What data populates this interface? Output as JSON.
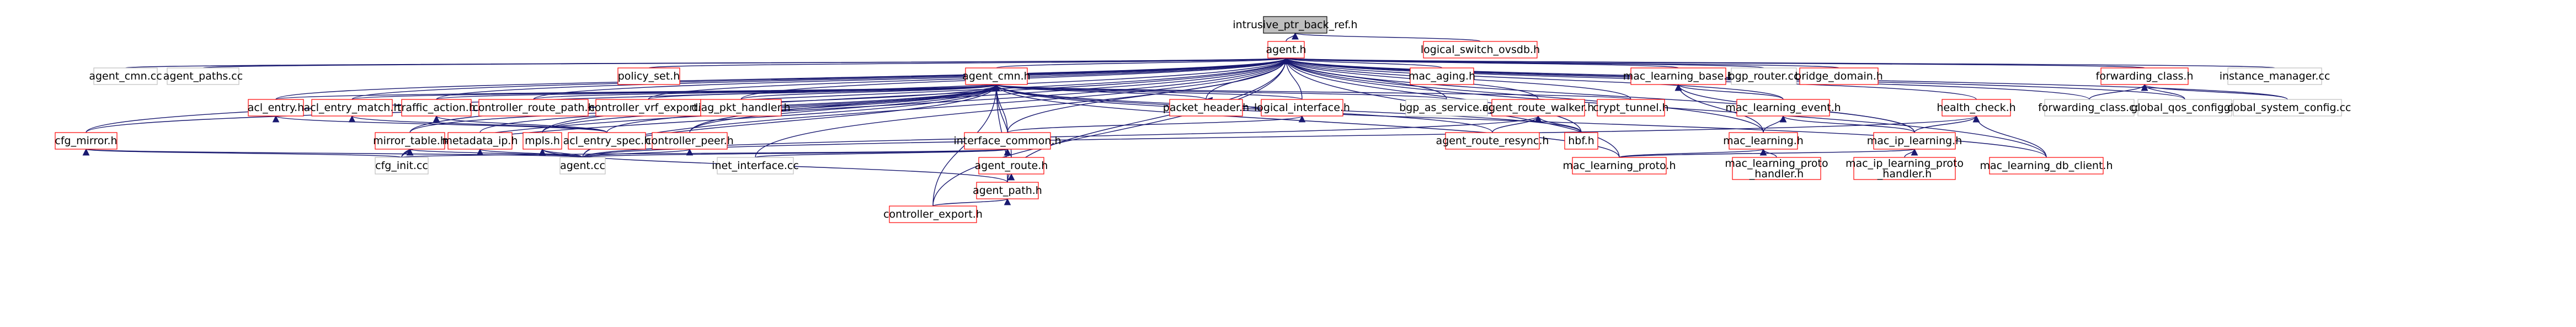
{
  "colors": {
    "edge": "#191970",
    "box_border_linked": "#ff0000",
    "box_border_plain": "#bfbfbf",
    "root_fill": "#bfbfbf",
    "root_border": "#000000",
    "text": "#000000"
  },
  "nodes": [
    {
      "id": "intrusive_ptr_back_ref",
      "label": "intrusive_ptr_back_ref.h",
      "kind": "root"
    },
    {
      "id": "agent_h",
      "label": "agent.h",
      "kind": "linked"
    },
    {
      "id": "logical_switch_ovsdb",
      "label": "logical_switch_ovsdb.h",
      "kind": "linked"
    },
    {
      "id": "agent_cmn_cc",
      "label": "agent_cmn.cc",
      "kind": "plain"
    },
    {
      "id": "agent_paths_cc",
      "label": "agent_paths.cc",
      "kind": "plain"
    },
    {
      "id": "agent_cmn_h",
      "label": "agent_cmn.h",
      "kind": "linked"
    },
    {
      "id": "policy_set_h",
      "label": "policy_set.h",
      "kind": "linked"
    },
    {
      "id": "mac_aging_h",
      "label": "mac_aging.h",
      "kind": "linked"
    },
    {
      "id": "mac_learning_base_h",
      "label": "mac_learning_base.h",
      "kind": "linked"
    },
    {
      "id": "bgp_router_cc",
      "label": "bgp_router.cc",
      "kind": "plain"
    },
    {
      "id": "bridge_domain_h",
      "label": "bridge_domain.h",
      "kind": "linked"
    },
    {
      "id": "forwarding_class_h",
      "label": "forwarding_class.h",
      "kind": "linked"
    },
    {
      "id": "instance_manager_cc",
      "label": "instance_manager.cc",
      "kind": "plain"
    },
    {
      "id": "acl_entry_h",
      "label": "acl_entry.h",
      "kind": "linked"
    },
    {
      "id": "acl_entry_match_h",
      "label": "acl_entry_match.h",
      "kind": "linked"
    },
    {
      "id": "traffic_action_h",
      "label": "traffic_action.h",
      "kind": "linked"
    },
    {
      "id": "controller_route_path_h",
      "label": "controller_route_path.h",
      "kind": "linked"
    },
    {
      "id": "controller_vrf_export_h",
      "label": "controller_vrf_export.h",
      "kind": "linked"
    },
    {
      "id": "diag_pkt_handler_h",
      "label": "diag_pkt_handler.h",
      "kind": "linked"
    },
    {
      "id": "packet_header_h",
      "label": "packet_header.h",
      "kind": "linked"
    },
    {
      "id": "logical_interface_h",
      "label": "logical_interface.h",
      "kind": "linked"
    },
    {
      "id": "bgp_as_service_cc",
      "label": "bgp_as_service.cc",
      "kind": "plain"
    },
    {
      "id": "agent_route_walker_h",
      "label": "agent_route_walker.h",
      "kind": "linked"
    },
    {
      "id": "crypt_tunnel_h",
      "label": "crypt_tunnel.h",
      "kind": "linked"
    },
    {
      "id": "mac_learning_event_h",
      "label": "mac_learning_event.h",
      "kind": "linked"
    },
    {
      "id": "health_check_h",
      "label": "health_check.h",
      "kind": "linked"
    },
    {
      "id": "forwarding_class_cc",
      "label": "forwarding_class.cc",
      "kind": "plain"
    },
    {
      "id": "global_qos_config_cc",
      "label": "global_qos_config.cc",
      "kind": "plain"
    },
    {
      "id": "global_system_config_cc",
      "label": "global_system_config.cc",
      "kind": "plain"
    },
    {
      "id": "cfg_mirror_h",
      "label": "cfg_mirror.h",
      "kind": "linked"
    },
    {
      "id": "mirror_table_h",
      "label": "mirror_table.h",
      "kind": "linked"
    },
    {
      "id": "metadata_ip_h",
      "label": "metadata_ip.h",
      "kind": "linked"
    },
    {
      "id": "mpls_h",
      "label": "mpls.h",
      "kind": "linked"
    },
    {
      "id": "acl_entry_spec_h",
      "label": "acl_entry_spec.h",
      "kind": "linked"
    },
    {
      "id": "controller_peer_h",
      "label": "controller_peer.h",
      "kind": "linked"
    },
    {
      "id": "interface_common_h",
      "label": "interface_common.h",
      "kind": "linked"
    },
    {
      "id": "agent_route_resync_h",
      "label": "agent_route_resync.h",
      "kind": "linked"
    },
    {
      "id": "hbf_h",
      "label": "hbf.h",
      "kind": "linked"
    },
    {
      "id": "mac_learning_h",
      "label": "mac_learning.h",
      "kind": "linked"
    },
    {
      "id": "mac_ip_learning_h",
      "label": "mac_ip_learning.h",
      "kind": "linked"
    },
    {
      "id": "cfg_init_cc",
      "label": "cfg_init.cc",
      "kind": "plain"
    },
    {
      "id": "agent_cc",
      "label": "agent.cc",
      "kind": "plain"
    },
    {
      "id": "inet_interface_cc",
      "label": "inet_interface.cc",
      "kind": "plain"
    },
    {
      "id": "agent_route_h",
      "label": "agent_route.h",
      "kind": "linked"
    },
    {
      "id": "mac_learning_proto_h",
      "label": "mac_learning_proto.h",
      "kind": "linked"
    },
    {
      "id": "mac_learning_proto_handler_h",
      "label": "mac_learning_proto\n_handler.h",
      "kind": "linked"
    },
    {
      "id": "mac_ip_learning_proto_handler_h",
      "label": "mac_ip_learning_proto\n_handler.h",
      "kind": "linked"
    },
    {
      "id": "mac_learning_db_client_h",
      "label": "mac_learning_db_client.h",
      "kind": "linked"
    },
    {
      "id": "agent_path_h",
      "label": "agent_path.h",
      "kind": "linked"
    },
    {
      "id": "controller_export_h",
      "label": "controller_export.h",
      "kind": "linked"
    }
  ],
  "edges": [
    [
      "intrusive_ptr_back_ref",
      "agent_h"
    ],
    [
      "intrusive_ptr_back_ref",
      "logical_switch_ovsdb"
    ],
    [
      "agent_h",
      "agent_cmn_cc"
    ],
    [
      "agent_h",
      "agent_paths_cc"
    ],
    [
      "agent_h",
      "agent_cmn_h"
    ],
    [
      "agent_h",
      "policy_set_h"
    ],
    [
      "agent_h",
      "mac_aging_h"
    ],
    [
      "agent_h",
      "mac_learning_base_h"
    ],
    [
      "agent_h",
      "bgp_router_cc"
    ],
    [
      "agent_h",
      "bridge_domain_h"
    ],
    [
      "agent_h",
      "forwarding_class_h"
    ],
    [
      "agent_h",
      "instance_manager_cc"
    ],
    [
      "agent_h",
      "acl_entry_h"
    ],
    [
      "agent_h",
      "acl_entry_match_h"
    ],
    [
      "agent_h",
      "traffic_action_h"
    ],
    [
      "agent_h",
      "controller_route_path_h"
    ],
    [
      "agent_h",
      "controller_vrf_export_h"
    ],
    [
      "agent_h",
      "diag_pkt_handler_h"
    ],
    [
      "agent_h",
      "packet_header_h"
    ],
    [
      "agent_h",
      "logical_interface_h"
    ],
    [
      "agent_h",
      "bgp_as_service_cc"
    ],
    [
      "agent_h",
      "agent_route_walker_h"
    ],
    [
      "agent_h",
      "crypt_tunnel_h"
    ],
    [
      "agent_h",
      "mac_learning_event_h"
    ],
    [
      "agent_h",
      "health_check_h"
    ],
    [
      "agent_h",
      "forwarding_class_cc"
    ],
    [
      "agent_h",
      "global_qos_config_cc"
    ],
    [
      "agent_h",
      "global_system_config_cc"
    ],
    [
      "agent_h",
      "cfg_mirror_h"
    ],
    [
      "agent_h",
      "mirror_table_h"
    ],
    [
      "agent_h",
      "mpls_h"
    ],
    [
      "agent_h",
      "controller_peer_h"
    ],
    [
      "agent_h",
      "interface_common_h"
    ],
    [
      "agent_h",
      "hbf_h"
    ],
    [
      "agent_h",
      "mac_learning_h"
    ],
    [
      "agent_h",
      "mac_ip_learning_h"
    ],
    [
      "agent_h",
      "cfg_init_cc"
    ],
    [
      "agent_h",
      "agent_cc"
    ],
    [
      "agent_h",
      "inet_interface_cc"
    ],
    [
      "agent_h",
      "mac_learning_proto_h"
    ],
    [
      "agent_h",
      "mac_learning_db_client_h"
    ],
    [
      "agent_h",
      "agent_path_h"
    ],
    [
      "agent_h",
      "controller_export_h"
    ],
    [
      "agent_cmn_h",
      "acl_entry_h"
    ],
    [
      "agent_cmn_h",
      "acl_entry_match_h"
    ],
    [
      "agent_cmn_h",
      "traffic_action_h"
    ],
    [
      "agent_cmn_h",
      "controller_route_path_h"
    ],
    [
      "agent_cmn_h",
      "controller_vrf_export_h"
    ],
    [
      "agent_cmn_h",
      "diag_pkt_handler_h"
    ],
    [
      "agent_cmn_h",
      "packet_header_h"
    ],
    [
      "agent_cmn_h",
      "logical_interface_h"
    ],
    [
      "agent_cmn_h",
      "bgp_as_service_cc"
    ],
    [
      "agent_cmn_h",
      "crypt_tunnel_h"
    ],
    [
      "agent_cmn_h",
      "cfg_mirror_h"
    ],
    [
      "agent_cmn_h",
      "mirror_table_h"
    ],
    [
      "agent_cmn_h",
      "metadata_ip_h"
    ],
    [
      "agent_cmn_h",
      "mpls_h"
    ],
    [
      "agent_cmn_h",
      "acl_entry_spec_h"
    ],
    [
      "agent_cmn_h",
      "controller_peer_h"
    ],
    [
      "agent_cmn_h",
      "interface_common_h"
    ],
    [
      "agent_cmn_h",
      "agent_route_resync_h"
    ],
    [
      "agent_cmn_h",
      "hbf_h"
    ],
    [
      "agent_cmn_h",
      "cfg_init_cc"
    ],
    [
      "agent_cmn_h",
      "agent_cc"
    ],
    [
      "agent_cmn_h",
      "agent_route_h"
    ],
    [
      "agent_cmn_h",
      "mac_learning_proto_h"
    ],
    [
      "agent_cmn_h",
      "mac_learning_db_client_h"
    ],
    [
      "agent_cmn_h",
      "agent_path_h"
    ],
    [
      "agent_cmn_h",
      "controller_export_h"
    ],
    [
      "mac_learning_base_h",
      "mac_learning_event_h"
    ],
    [
      "mac_learning_base_h",
      "mac_learning_h"
    ],
    [
      "mac_learning_base_h",
      "mac_ip_learning_h"
    ],
    [
      "forwarding_class_h",
      "forwarding_class_cc"
    ],
    [
      "forwarding_class_h",
      "global_qos_config_cc"
    ],
    [
      "forwarding_class_h",
      "global_system_config_cc"
    ],
    [
      "acl_entry_h",
      "acl_entry_spec_h"
    ],
    [
      "acl_entry_match_h",
      "acl_entry_spec_h"
    ],
    [
      "traffic_action_h",
      "acl_entry_spec_h"
    ],
    [
      "agent_route_walker_h",
      "agent_route_resync_h"
    ],
    [
      "agent_route_walker_h",
      "hbf_h"
    ],
    [
      "agent_route_walker_h",
      "agent_cc"
    ],
    [
      "logical_interface_h",
      "interface_common_h"
    ],
    [
      "packet_header_h",
      "logical_interface_h"
    ],
    [
      "mac_learning_event_h",
      "mac_learning_h"
    ],
    [
      "mac_learning_event_h",
      "mac_ip_learning_h"
    ],
    [
      "health_check_h",
      "mac_ip_learning_h"
    ],
    [
      "health_check_h",
      "mac_learning_db_client_h"
    ],
    [
      "health_check_h",
      "agent_cc"
    ],
    [
      "cfg_mirror_h",
      "cfg_init_cc"
    ],
    [
      "cfg_mirror_h",
      "agent_cc"
    ],
    [
      "mirror_table_h",
      "cfg_init_cc"
    ],
    [
      "mirror_table_h",
      "agent_cc"
    ],
    [
      "metadata_ip_h",
      "agent_cc"
    ],
    [
      "mpls_h",
      "agent_cc"
    ],
    [
      "mpls_h",
      "agent_path_h"
    ],
    [
      "controller_peer_h",
      "agent_cc"
    ],
    [
      "interface_common_h",
      "agent_cc"
    ],
    [
      "interface_common_h",
      "inet_interface_cc"
    ],
    [
      "interface_common_h",
      "agent_route_h"
    ],
    [
      "interface_common_h",
      "cfg_init_cc"
    ],
    [
      "mac_learning_h",
      "mac_learning_proto_h"
    ],
    [
      "mac_learning_h",
      "mac_learning_proto_handler_h"
    ],
    [
      "mac_ip_learning_h",
      "mac_ip_learning_proto_handler_h"
    ],
    [
      "mac_ip_learning_h",
      "mac_learning_proto_h"
    ],
    [
      "agent_route_h",
      "agent_path_h"
    ],
    [
      "agent_path_h",
      "controller_export_h"
    ]
  ]
}
